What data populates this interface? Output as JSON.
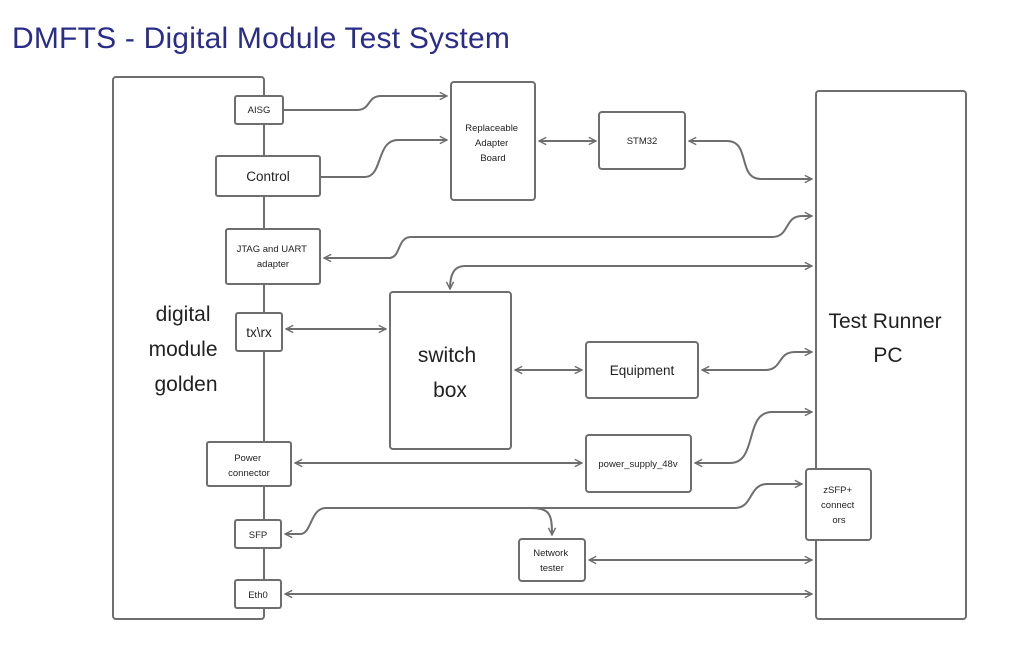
{
  "title": "DMFTS - Digital Module Test System",
  "nodes": {
    "golden": [
      "digital",
      "module",
      "golden"
    ],
    "aisg": [
      "AISG"
    ],
    "control": [
      "Control"
    ],
    "jtag": [
      "JTAG and UART",
      "adapter"
    ],
    "txrx": [
      "tx\\rx"
    ],
    "power_connector": [
      "Power",
      "connector"
    ],
    "sfp": [
      "SFP"
    ],
    "eth0": [
      "Eth0"
    ],
    "adapter_board": [
      "Replaceable",
      "Adapter",
      "Board"
    ],
    "stm32": [
      "STM32"
    ],
    "switch_box": [
      "switch",
      "box"
    ],
    "equipment": [
      "Equipment"
    ],
    "power_supply": [
      "power_supply_48v"
    ],
    "network_tester": [
      "Network",
      "tester"
    ],
    "test_runner": [
      "Test Runner",
      "PC"
    ],
    "zsfp": [
      "zSFP+",
      "connect",
      "ors"
    ]
  }
}
